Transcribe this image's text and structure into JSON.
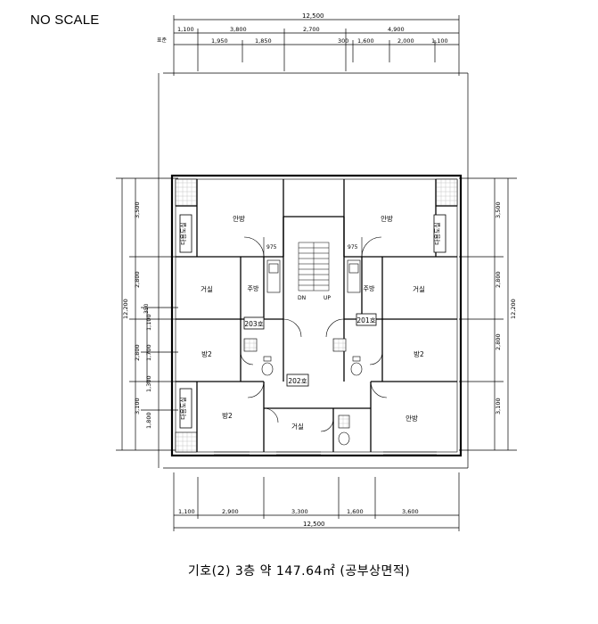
{
  "header": {
    "no_scale": "NO SCALE",
    "small_mark": "표준"
  },
  "dims": {
    "top_total": "12,500",
    "top_row": [
      "1,100",
      "3,800",
      "2,700",
      "4,900"
    ],
    "top_sub_left": [
      "1,950",
      "1,850"
    ],
    "top_sub_right": [
      "300",
      "1,600",
      "2,000",
      "1,100"
    ],
    "bottom_row": [
      "1,100",
      "2,900",
      "3,300",
      "1,600",
      "3,600"
    ],
    "bottom_total": "12,500",
    "left_total": "12,200",
    "left_segments": [
      "3,500",
      "2,800",
      "1,100",
      "350",
      "2,800",
      "1,700",
      "1,300",
      "3,100",
      "1,800"
    ],
    "right_total": "12,200",
    "right_segments": [
      "3,500",
      "2,800",
      "2,800",
      "3,100"
    ],
    "stair_width": "975",
    "stair_width_right": "975"
  },
  "rooms": {
    "master_left": "안방",
    "master_right": "안방",
    "dress_left": "다용도실",
    "dress_right": "다용도실",
    "dress_bottom_left": "다용도실",
    "living_left": "거실",
    "living_right": "거실",
    "kitchen_left": "주방",
    "kitchen_right": "주방",
    "stair_down": "DN",
    "stair_up": "UP",
    "bed2_left": "방2",
    "bed2_right": "방2",
    "bed2_bottom": "방2",
    "living_bottom": "거실",
    "master_bottom": "안방",
    "unit_203": "203호",
    "unit_201": "201호",
    "unit_202": "202호"
  },
  "caption": "기호(2) 3층 약 147.64㎡ (공부상면적)"
}
